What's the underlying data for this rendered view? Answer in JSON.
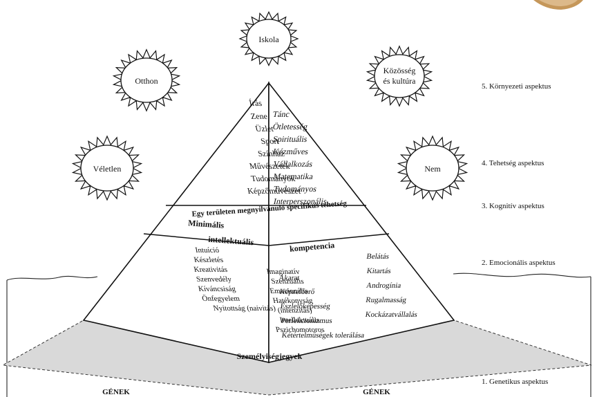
{
  "suns": {
    "iskola": "Iskola",
    "otthon": "Otthon",
    "kozosseg_line1": "Közösség",
    "kozosseg_line2": "és kultúra",
    "veletlen": "Véletlen",
    "nem": "Nem"
  },
  "aspects": {
    "environmental": "5. Környezeti aspektus",
    "talent": "4. Tehetség aspektus",
    "cognitive": "3. Kognitív aspektus",
    "emotional": "2. Emocionális aspektus",
    "genetic": "1. Genetikus aspektus"
  },
  "domains_left": [
    "Írás",
    "Zene",
    "Üzlet",
    "Sport",
    "Színház",
    "Művészetek",
    "Tudományok",
    "Képzőművészet"
  ],
  "domains_right": [
    "Tánc",
    "Ötletesség",
    "Spirituális",
    "Kézműves",
    "Vállalkozás",
    "Matematika",
    "Tudományos",
    "Interperszonális"
  ],
  "band_specific": "Egy területen megnyilvánuló specifikus tehetség",
  "band_minimal_1": "Minimális",
  "band_minimal_2": "intellektuális",
  "band_minimal_3": "kompetencia",
  "emotional_left_a": [
    "Intuíció",
    "Készletés",
    "Kreativitás",
    "Szenvedély",
    "Kíváncsiság",
    "Önfegyelem",
    "Nyitottság (naivitás)"
  ],
  "emotional_left_b": [
    "Imaginatív",
    "Szenzuális",
    "Emocionális",
    "Hatékonyság",
    "(intenzitás)",
    "Intellektuális",
    "Pszichomotoros"
  ],
  "emotional_right_a": [
    "Akarat",
    "Képzelőerő",
    "Észlelőképesség",
    "Perfekcionizmus",
    "Kétértelműségek tolerálása"
  ],
  "emotional_right_b": [
    "Belátás",
    "Kitartás",
    "Androgínia",
    "Rugalmasság",
    "Kockázatvállalás"
  ],
  "band_personality": "Személyiségjegyek",
  "genes_left": "GÉNEK",
  "genes_right": "GÉNEK"
}
